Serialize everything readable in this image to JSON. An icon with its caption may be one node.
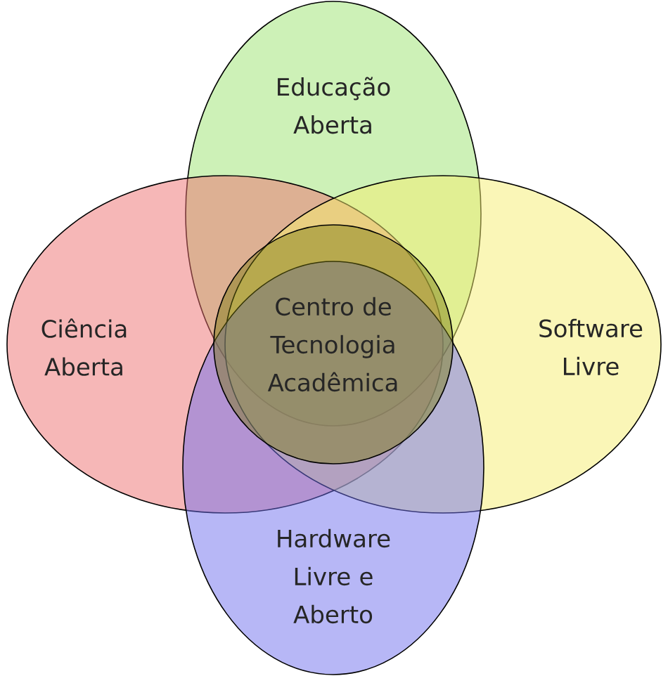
{
  "diagram": {
    "nodes": [
      {
        "text": [
          "Educação Aberta"
        ]
      },
      {
        "text": [
          "Ciência Aberta"
        ]
      },
      {
        "text": [
          "Software Livre"
        ]
      },
      {
        "text": [
          "Hardware Livre e Aberto"
        ]
      },
      {
        "text": [
          "Centro de Tecnologia Acadêmica"
        ]
      }
    ]
  }
}
